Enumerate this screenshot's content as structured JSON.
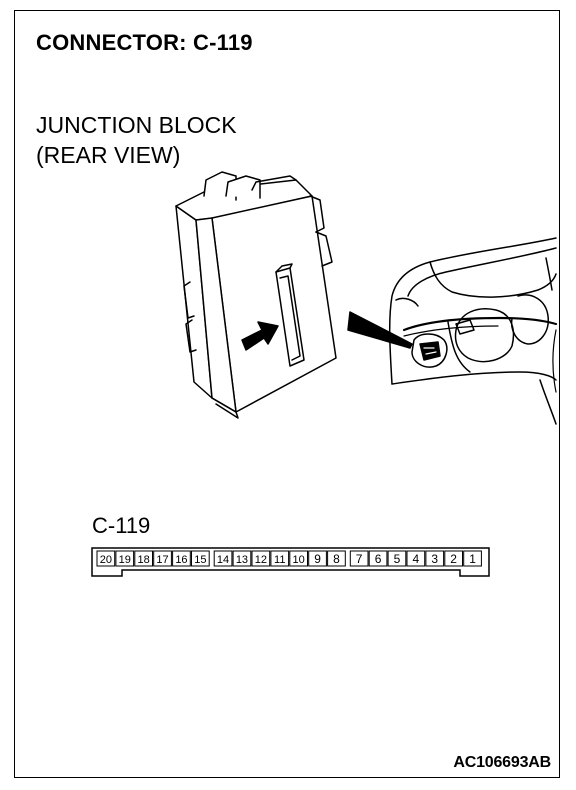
{
  "title": "CONNECTOR: C-119",
  "component": {
    "line1": "JUNCTION BLOCK",
    "line2": "(REAR VIEW)"
  },
  "connector": {
    "label": "C-119",
    "pins": [
      "20",
      "19",
      "18",
      "17",
      "16",
      "15",
      "14",
      "13",
      "12",
      "11",
      "10",
      "9",
      "8",
      "7",
      "6",
      "5",
      "4",
      "3",
      "2",
      "1"
    ]
  },
  "figure_code": "AC106693AB"
}
